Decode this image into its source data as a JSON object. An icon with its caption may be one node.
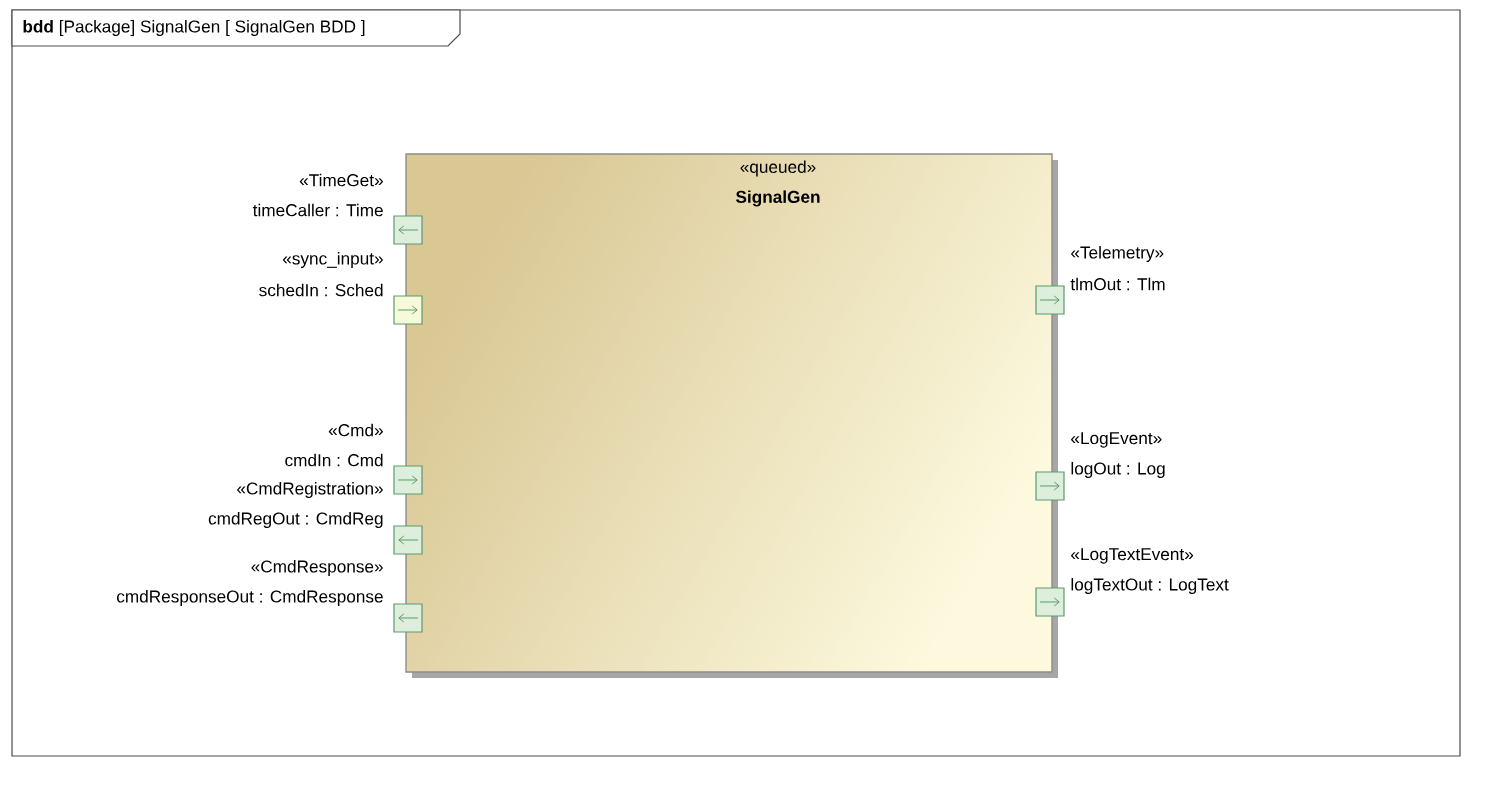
{
  "diagram": {
    "title": "**bdd** [Package] SignalGen [ SignalGen BDD ]",
    "nodes": [
      {
        "text": [
          "«queued»",
          "SignalGen"
        ]
      },
      {
        "text": [],
        "shape": "box",
        "beside": [
          "«TimeGet»",
          "timeCaller : Time"
        ]
      },
      {
        "text": [],
        "shape": "box",
        "beside": [
          "«sync_input»",
          "schedIn : Sched"
        ]
      },
      {
        "text": [],
        "shape": "box",
        "beside": [
          "«Cmd»",
          "cmdIn : Cmd"
        ]
      },
      {
        "text": [],
        "shape": "box",
        "beside": [
          "«CmdRegistration»",
          "cmdRegOut : CmdReg"
        ]
      },
      {
        "text": [],
        "shape": "box",
        "beside": [
          "«CmdResponse»",
          "cmdResponseOut : CmdResponse"
        ]
      },
      {
        "text": [],
        "shape": "box",
        "beside": [
          "«Telemetry»",
          "tlmOut : Tlm"
        ]
      },
      {
        "text": [],
        "shape": "box",
        "beside": [
          "«LogEvent»",
          "logOut : Log"
        ]
      },
      {
        "text": [],
        "shape": "box",
        "beside": [
          "«LogTextEvent»",
          "logTextOut : LogText"
        ]
      }
    ]
  }
}
